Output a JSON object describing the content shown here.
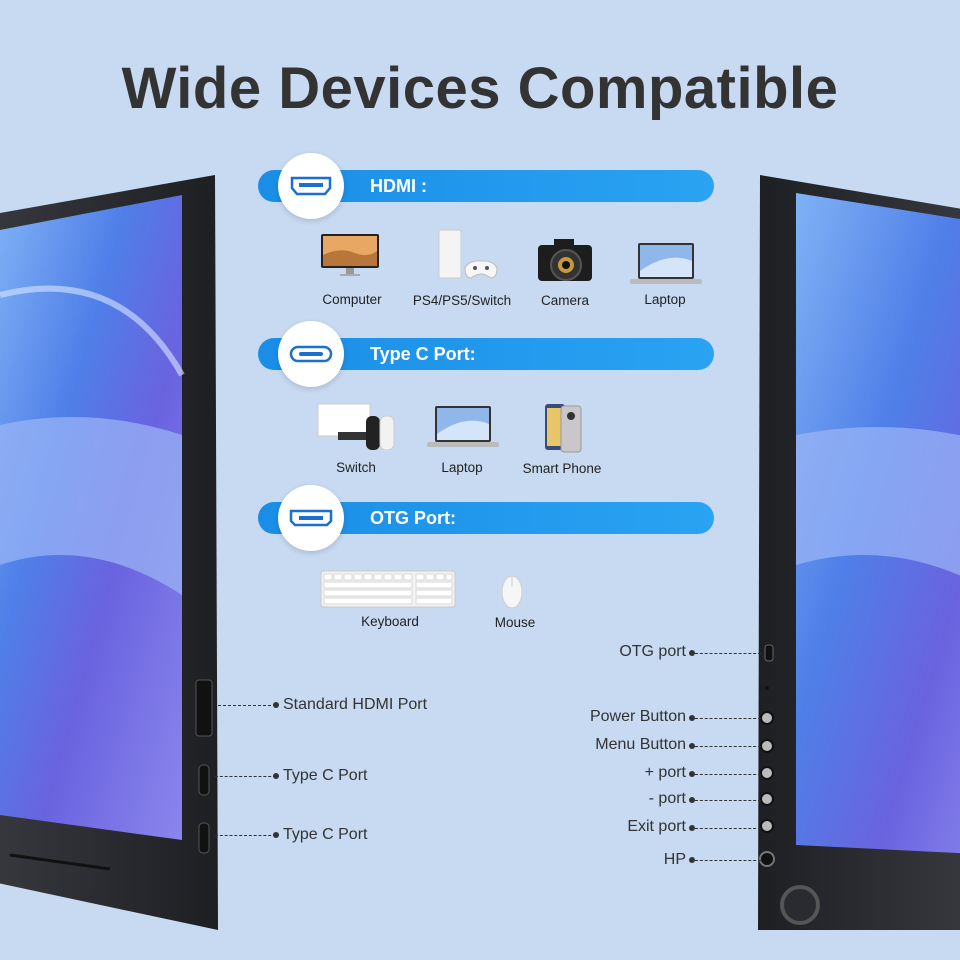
{
  "title": "Wide Devices Compatible",
  "sections": [
    {
      "label": "HDMI :",
      "icon": "hdmi-port-icon",
      "devices": [
        {
          "label": "Computer",
          "icon": "computer-icon"
        },
        {
          "label": "PS4/PS5/Switch",
          "icon": "game-console-icon"
        },
        {
          "label": "Camera",
          "icon": "camera-icon"
        },
        {
          "label": "Laptop",
          "icon": "laptop-icon"
        }
      ]
    },
    {
      "label": "Type C Port:",
      "icon": "type-c-port-icon",
      "devices": [
        {
          "label": "Switch",
          "icon": "switch-console-icon"
        },
        {
          "label": "Laptop",
          "icon": "laptop-icon"
        },
        {
          "label": "Smart Phone",
          "icon": "smartphone-icon"
        }
      ]
    },
    {
      "label": "OTG Port:",
      "icon": "otg-port-icon",
      "devices": [
        {
          "label": "Keyboard",
          "icon": "keyboard-icon"
        },
        {
          "label": "Mouse",
          "icon": "mouse-icon"
        }
      ]
    }
  ],
  "left_ports": [
    "Standard HDMI Port",
    "Type C Port",
    "Type C Port"
  ],
  "right_ports": [
    "OTG port",
    "Power Button",
    "Menu Button",
    "+ port",
    "- port",
    "Exit port",
    "HP"
  ],
  "colors": {
    "background": "#c7daf2",
    "accent_bar": "#1a8ee6",
    "title": "#333333",
    "bezel": "#2b2d33"
  }
}
